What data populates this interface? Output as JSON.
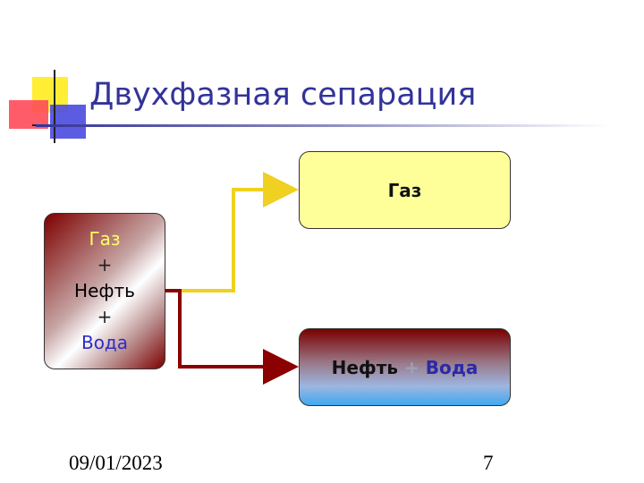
{
  "title": "Двухфазная сепарация",
  "source_box": {
    "line1": "Газ",
    "plus1": "+",
    "line2": "Нефть",
    "plus2": "+",
    "line3": "Вода"
  },
  "gas_box": {
    "label": "Газ"
  },
  "liquid_box": {
    "oil": "Нефть",
    "plus": "+",
    "water": "Вода"
  },
  "footer": {
    "date": "09/01/2023",
    "page": "7"
  },
  "colors": {
    "title": "#33339a",
    "gas_arrow": "#f0d020",
    "liquid_arrow": "#8b0000",
    "gas_box_fill": "#ffff99"
  }
}
